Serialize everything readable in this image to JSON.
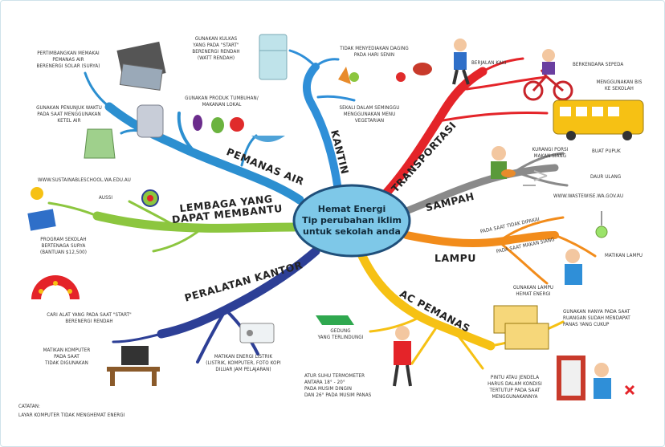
{
  "center": {
    "line1": "Hemat Energi",
    "line2": "Tip perubahan iklim",
    "line3": "untuk sekolah anda"
  },
  "branches": {
    "kantin": "KANTIN",
    "transportasi": "TRANSPORTASI",
    "sampah": "SAMPAH",
    "lampu": "LAMPU",
    "ac_pemanas": "AC PEMANAS",
    "peralatan_kantor": "PERALATAN KANTOR",
    "lembaga": "LEMBAGA YANG\nDAPAT MEMBANTU",
    "pemanas_air": "PEMANAS AIR"
  },
  "labels": {
    "solar": "PERTIMBANGKAN MEMAKAI\nPEMANAS AIR\nBERENERGI SOLAR (SURYA)",
    "kulkas": "GUNAKAN KULKAS\nYANG PADA \"START\"\nBERENERGI RENDAH\n(WATT RENDAH)",
    "timer": "GUNAKAN PENUNJUK WAKTU\nPADA SAAT MENGGUNAKAN\nKETEL AIR",
    "produk": "GUNAKAN PRODUK TUMBUHAN/\nMAKANAN LOKAL",
    "daging": "TIDAK MENYEDIAKAN DAGING\nPADA HARI SENIN",
    "vegetarian": "SEKALI DALAM SEMINGGU\nMENGGUNAKAN MENU\nVEGETARIAN",
    "berjalan": "BERJALAN KAKI",
    "sepeda": "BERKENDARA SEPEDA",
    "bis": "MENGGUNAKAN BIS\nKE SEKOLAH",
    "porsi": "KURANGI PORSI\nMAKAN SIANG",
    "pupuk": "BUAT PUPUK",
    "daur": "DAUR ULANG",
    "wastewise": "WWW.WASTEWISE.WA.GOV.AU",
    "sustainable": "WWW.SUSTAINABLESCHOOL.WA.EDU.AU",
    "aussi": "AUSSI",
    "surya": "PROGRAM SEKOLAH\nBERTENAGA SURYA\n(BANTUAN $12,500)",
    "tidak_dipakai": "PADA SAAT TIDAK DIPAKAI",
    "makan_siang": "PADA SAAT MAKAN SIANG",
    "matikan_lampu": "MATIKAN LAMPU",
    "lampu_hemat": "GUNAKAN LAMPU\nHEMAT ENERGI",
    "cari_alat": "CARI ALAT YANG PADA SAAT \"START\"\nBERENERGI RENDAH",
    "matikan_komputer": "MATIKAN KOMPUTER\nPADA SAAT\nTIDAK DIGUNAKAN",
    "matikan_listrik": "MATIKAN ENERGI LISTRIK\n(LISTRIK, KOMPUTER, FOTO KOPI\nDILUAR JAM PELAJARAN)",
    "gedung": "GEDUNG\nYANG TERLINDUNGI",
    "termometer": "ATUR SUHU TERMOMETER\nANTARA 18° - 20°\nPADA MUSIM DINGIN\nDAN 26° PADA MUSIM PANAS",
    "ruangan": "GUNAKAN HANYA PADA SAAT\nRUANGAN SUDAH MENDAPAT\nPANAS YANG CUKUP",
    "pintu": "PINTU ATAU JENDELA\nHARUS DALAM KONDISI\nTERTUTUP PADA SAAT\nMENGGUNAKANNYA"
  },
  "note": {
    "title": "CATATAN:",
    "text": "LAYAR KOMPUTER TIDAK MENGHEMAT ENERGI"
  },
  "colors": {
    "center_fill": "#7ec8e8",
    "center_stroke": "#1f4f7a",
    "kantin": "#2f8fd8",
    "transportasi": "#e42429",
    "sampah": "#8a8a8a",
    "lampu": "#f28c1b",
    "ac_pemanas": "#f6c114",
    "peralatan_kantor": "#2d3f96",
    "lembaga": "#8cc63f",
    "pemanas_air": "#2c8fd0"
  }
}
